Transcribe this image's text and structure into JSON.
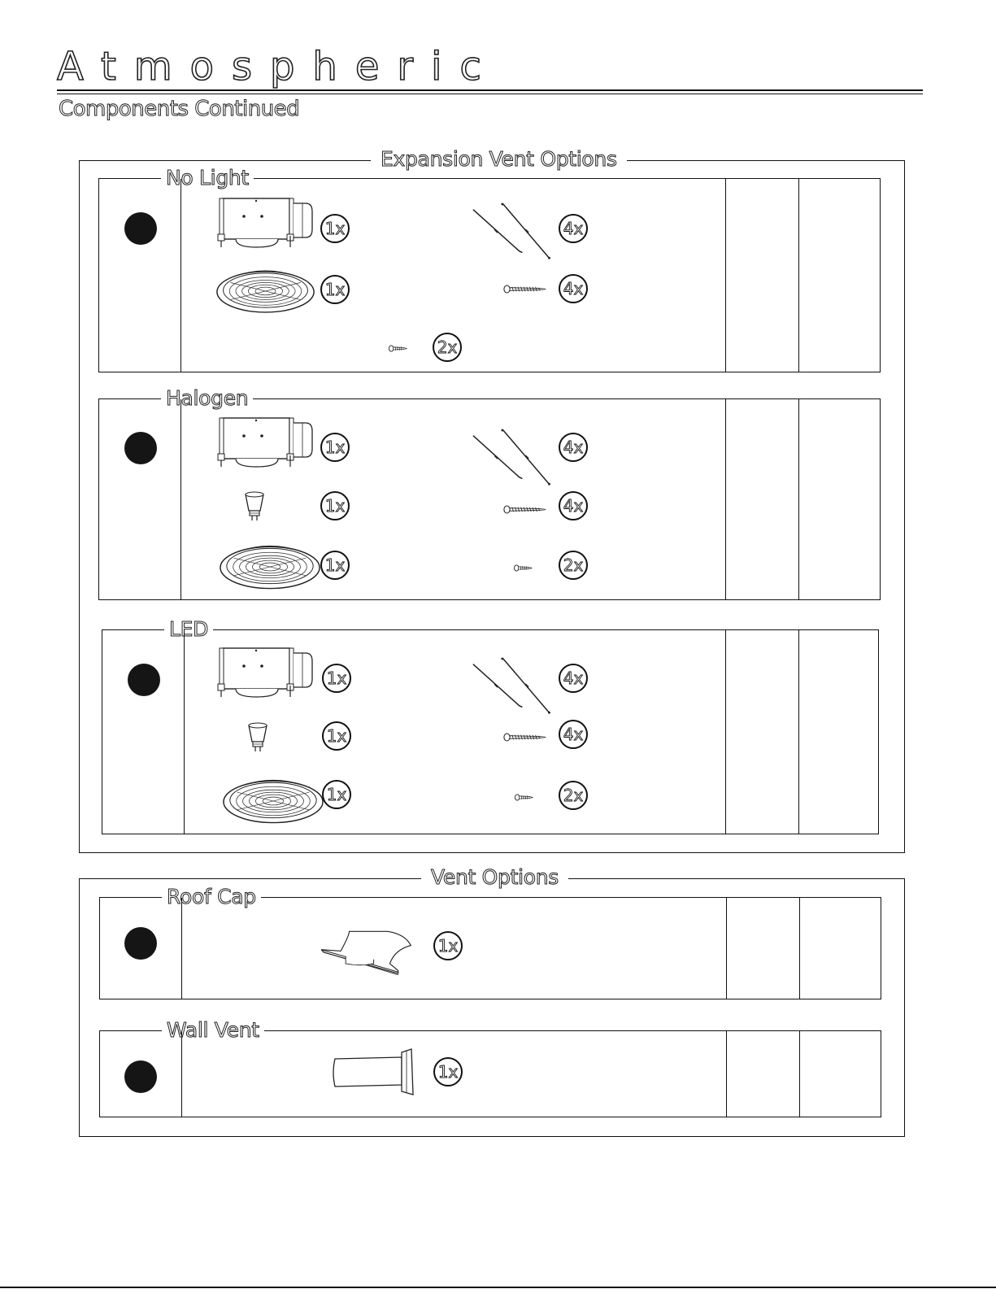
{
  "header": {
    "brand": "Atmospheric",
    "subtitle": "Components Continued"
  },
  "expansion": {
    "title": "Expansion Vent Options",
    "panels": [
      {
        "label": "No Light",
        "qty": {
          "housing": "1x",
          "grille": "1x",
          "hanger_bars": "4x",
          "wood_screws": "4x",
          "short_screws": "2x"
        }
      },
      {
        "label": "Halogen",
        "qty": {
          "housing": "1x",
          "bulb": "1x",
          "grille": "1x",
          "hanger_bars": "4x",
          "wood_screws": "4x",
          "short_screws": "2x"
        }
      },
      {
        "label": "LED",
        "qty": {
          "housing": "1x",
          "bulb": "1x",
          "grille": "1x",
          "hanger_bars": "4x",
          "wood_screws": "4x",
          "short_screws": "2x"
        }
      }
    ]
  },
  "vent": {
    "title": "Vent Options",
    "panels": [
      {
        "label": "Roof Cap",
        "qty": {
          "roof_cap": "1x"
        }
      },
      {
        "label": "Wall Vent",
        "qty": {
          "wall_vent": "1x"
        }
      }
    ]
  },
  "icons": {
    "housing": "fan-housing-icon",
    "grille": "grille-icon",
    "bulb": "bulb-icon",
    "hanger_bars": "hanger-bar-icon",
    "wood_screws": "long-screw-icon",
    "short_screws": "short-screw-icon",
    "roof_cap": "roof-cap-icon",
    "wall_vent": "wall-vent-icon",
    "step": "step-marker-icon"
  }
}
